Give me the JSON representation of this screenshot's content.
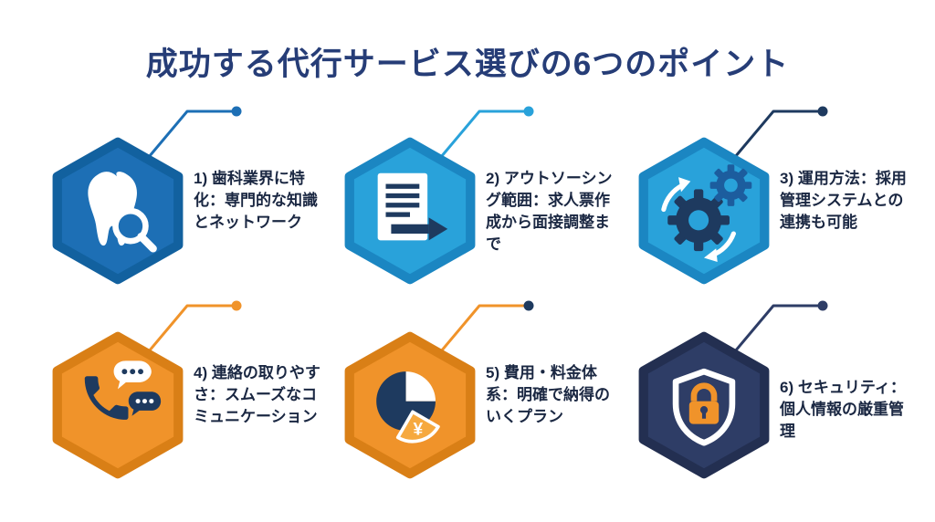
{
  "title": "成功する代行サービス選びの6つのポイント",
  "background": "#ffffff",
  "title_color": "#263d77",
  "text_color": "#1a2742",
  "icons": {
    "yen_symbol": "¥",
    "icon_navy": "#1e3a5f",
    "icon_white": "#ffffff",
    "lock_orange": "#f0932a"
  },
  "points": [
    {
      "id": "1",
      "label": "1) 歯科業界に特化：専門的な知識とネットワーク",
      "icon": "tooth-magnifier-icon",
      "hex_fill": "#1d6fb5",
      "hex_stroke": "#12619f",
      "line_color": "#1d6fb5",
      "dot_color": "#1d6fb5"
    },
    {
      "id": "2",
      "label": "2) アウトソーシング範囲：求人票作成から面接調整まで",
      "icon": "document-arrow-icon",
      "hex_fill": "#29a2da",
      "hex_stroke": "#1b86c2",
      "line_color": "#29a2da",
      "dot_color": "#29a2da"
    },
    {
      "id": "3",
      "label": "3) 運用方法：採用管理システムとの連携も可能",
      "icon": "gears-sync-icon",
      "hex_fill": "#29a2da",
      "hex_stroke": "#1b86c2",
      "line_color": "#1e3a5f",
      "dot_color": "#1e3a5f"
    },
    {
      "id": "4",
      "label": "4) 連絡の取りやすさ：スムーズなコミュニケーション",
      "icon": "phone-chat-icon",
      "hex_fill": "#f0932a",
      "hex_stroke": "#d97f16",
      "line_color": "#f0932a",
      "dot_color": "#f0932a"
    },
    {
      "id": "5",
      "label": "5) 費用・料金体系：明確で納得のいくプラン",
      "icon": "pie-chart-yen-icon",
      "hex_fill": "#f0932a",
      "hex_stroke": "#d97f16",
      "line_color": "#f0932a",
      "dot_color": "#1e3a5f"
    },
    {
      "id": "6",
      "label": "6) セキュリティ：個人情報の厳重管理",
      "icon": "shield-lock-icon",
      "hex_fill": "#2e3d66",
      "hex_stroke": "#232f51",
      "line_color": "#2e3d66",
      "dot_color": "#2e3d66"
    }
  ]
}
